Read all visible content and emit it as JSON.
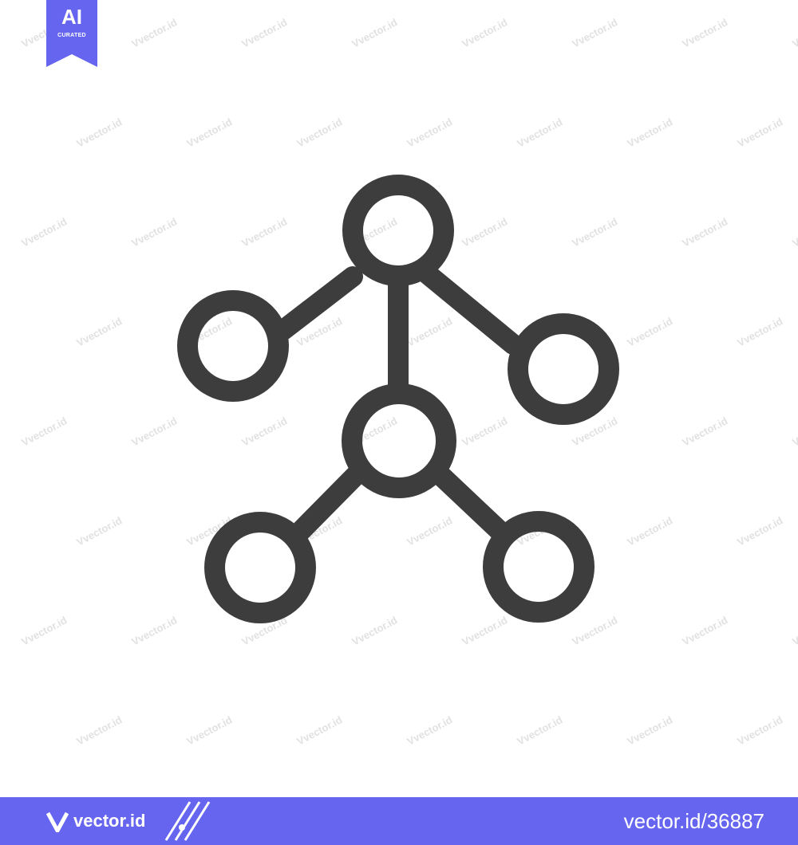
{
  "badge": {
    "title": "AI",
    "subtitle": "CURATED",
    "color": "#6565f0"
  },
  "watermark": {
    "text": "vector.id",
    "color": "#c9c9c9"
  },
  "icon": {
    "name": "network-nodes-icon",
    "stroke_color": "#3d3d3d"
  },
  "footer": {
    "background": "#6565f0",
    "brand": "vector.id",
    "asset_id": "vector.id/36887"
  }
}
